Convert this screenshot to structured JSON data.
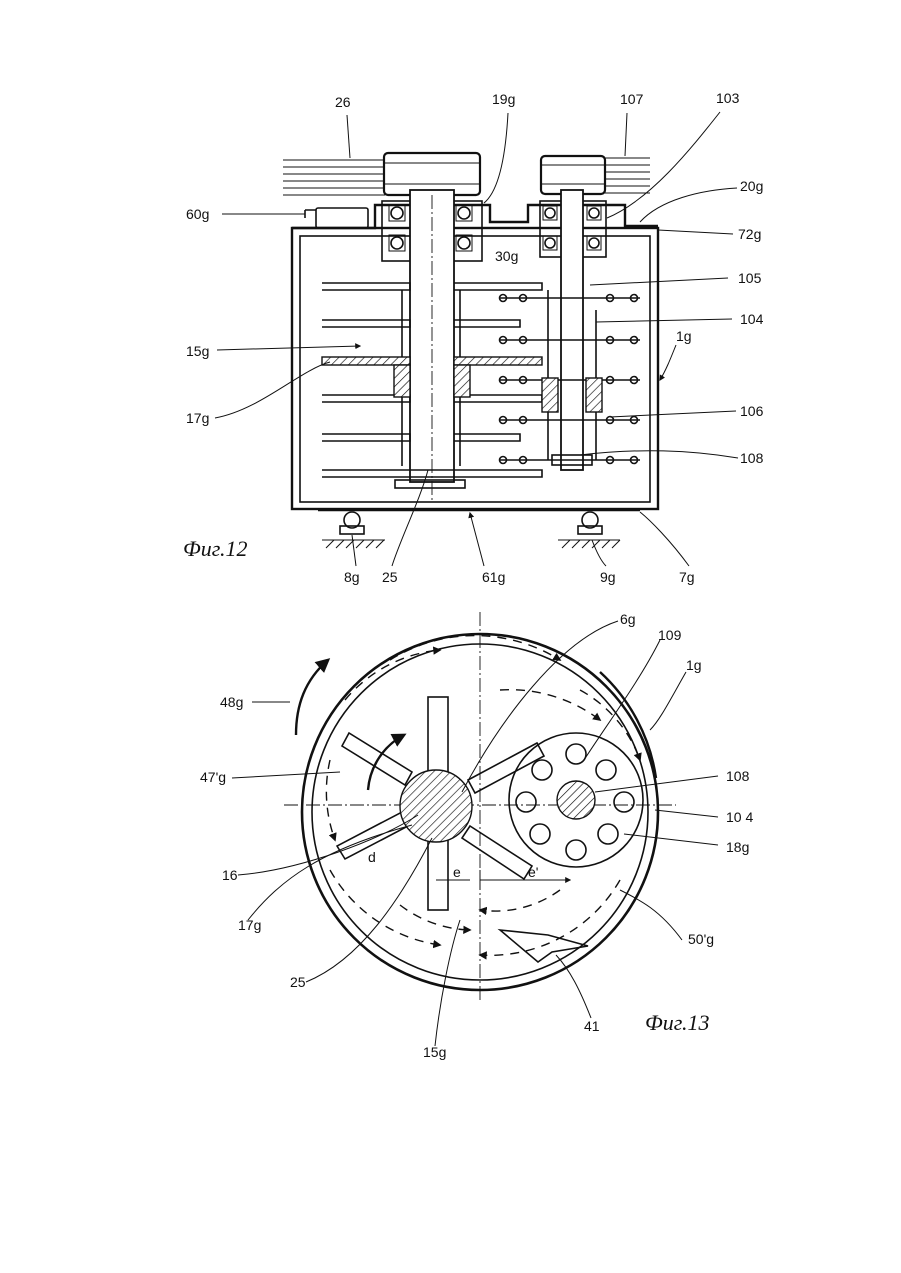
{
  "figure_12": {
    "caption": "Фиг.12",
    "labels": {
      "l26": "26",
      "l19g": "19g",
      "l107": "107",
      "l103": "103",
      "l20g": "20g",
      "l60g": "60g",
      "l72g": "72g",
      "l30g": "30g",
      "l105": "105",
      "l104": "104",
      "l15g": "15g",
      "l1g": "1g",
      "l17g": "17g",
      "l106": "106",
      "l108": "108",
      "l8g": "8g",
      "l25": "25",
      "l61g": "61g",
      "l9g": "9g",
      "l7g": "7g"
    }
  },
  "figure_13": {
    "caption": "Фиг.13",
    "labels": {
      "l6g": "6g",
      "l109": "109",
      "l1g": "1g",
      "l48g": "48g",
      "l47g": "47'g",
      "l108": "108",
      "l104": "10 4",
      "l18g": "18g",
      "l16": "16",
      "l17g": "17g",
      "l50g": "50'g",
      "l25": "25",
      "l41": "41",
      "l15g": "15g",
      "le": "e",
      "le2": "e'",
      "ld": "d"
    }
  }
}
